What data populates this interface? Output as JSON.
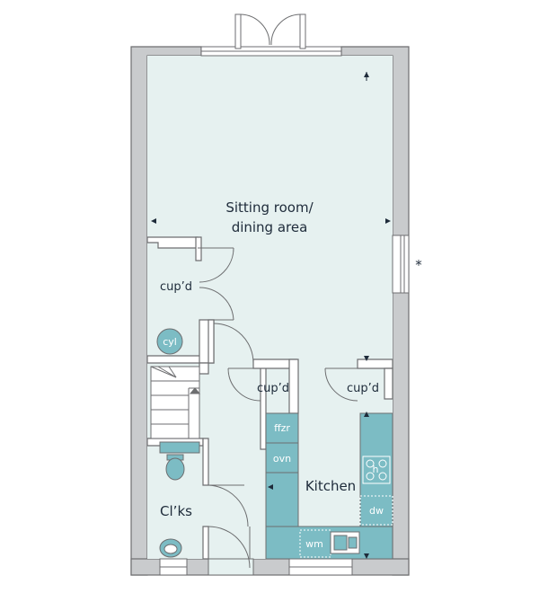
{
  "plan": {
    "rooms": {
      "sitting_line1": "Sitting room/",
      "sitting_line2": "dining area",
      "kitchen": "Kitchen",
      "clks": "Cl’ks"
    },
    "cupboards": {
      "left": "cup’d",
      "mid": "cup’d",
      "right": "cup’d"
    },
    "fixtures": {
      "cylinder": "cyl",
      "fridge_freezer": "ffzr",
      "oven": "ovn",
      "hob": "h",
      "dishwasher": "dw",
      "washing_machine": "wm"
    },
    "marker": "*"
  },
  "colors": {
    "wall": "#c9cbcd",
    "wall_line": "#6d6e70",
    "floor": "#e6f1f0",
    "fitting": "#7cbcc4",
    "fitting_dark": "#5c9aa3",
    "text": "#1e2b3a"
  }
}
